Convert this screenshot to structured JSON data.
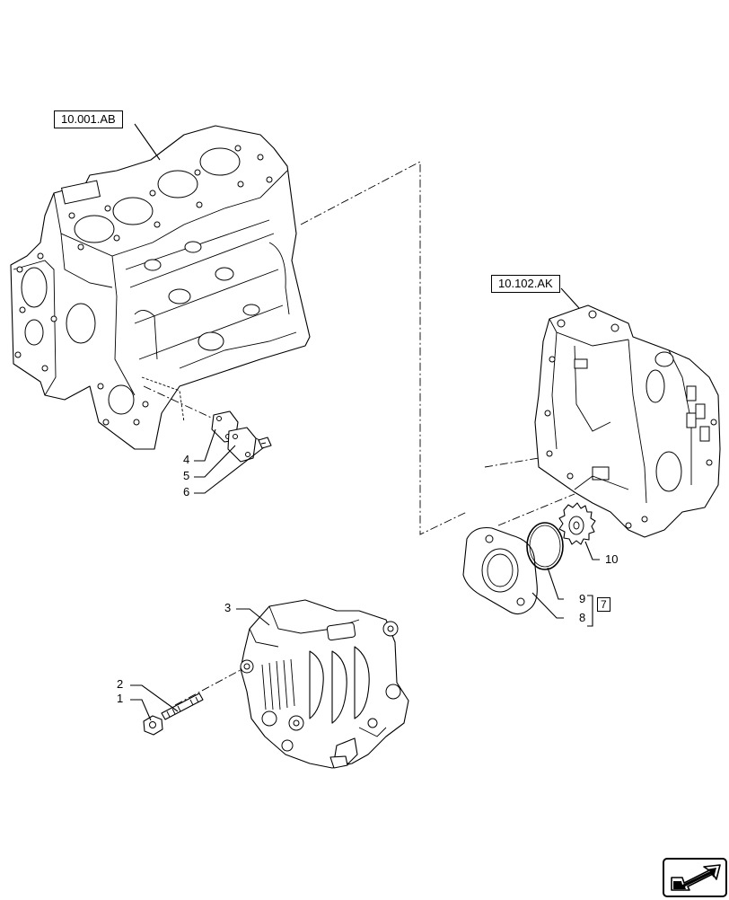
{
  "references": {
    "block": "10.001.AB",
    "cover": "10.102.AK"
  },
  "callouts": {
    "c1": "1",
    "c2": "2",
    "c3": "3",
    "c4": "4",
    "c5": "5",
    "c6": "6",
    "c7": "7",
    "c8": "8",
    "c9": "9",
    "c10": "10"
  },
  "navigation": {
    "icon": "next-page-arrow-icon"
  },
  "colors": {
    "line": "#000000",
    "background": "#ffffff"
  }
}
